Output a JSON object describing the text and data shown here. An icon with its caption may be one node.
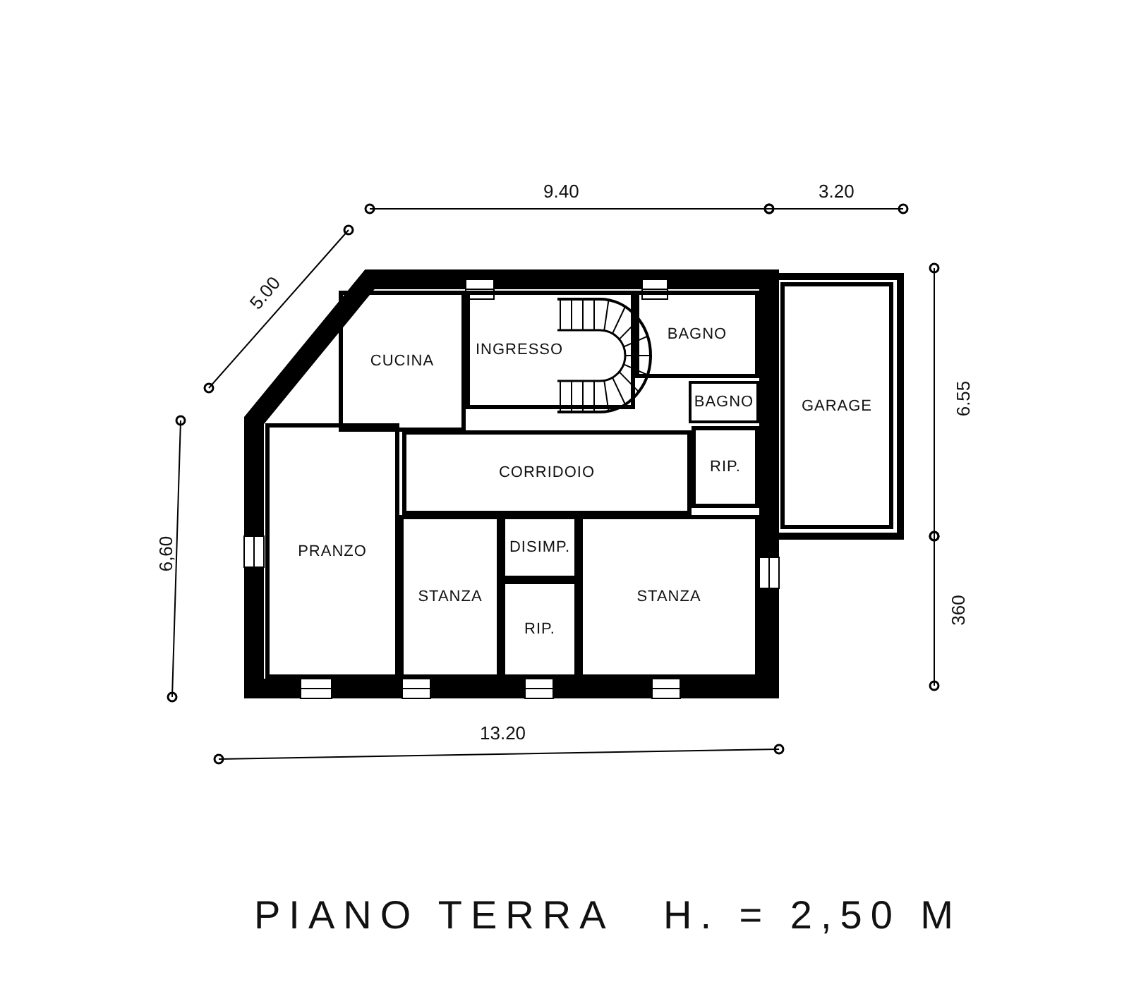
{
  "diagram": {
    "title": "PIANO TERRA",
    "nodes": [
      {
        "text": [
          "CUCINA"
        ]
      },
      {
        "text": [
          "INGRESSO"
        ]
      },
      {
        "text": [
          "BAGNO"
        ]
      },
      {
        "text": [
          "BAGNO"
        ]
      },
      {
        "text": [
          "GARAGE"
        ]
      },
      {
        "text": [
          "CORRIDOIO"
        ]
      },
      {
        "text": [
          "RIP."
        ]
      },
      {
        "text": [
          "PRANZO"
        ]
      },
      {
        "text": [
          "STANZA"
        ]
      },
      {
        "text": [
          "DISIMP."
        ]
      },
      {
        "text": [
          "RIP."
        ]
      },
      {
        "text": [
          "STANZA"
        ]
      }
    ],
    "labels": [
      "9.40",
      "3.20",
      "5.00",
      "6.55",
      "6,60",
      "360",
      "13.20",
      "H. = 2,50 M"
    ]
  }
}
